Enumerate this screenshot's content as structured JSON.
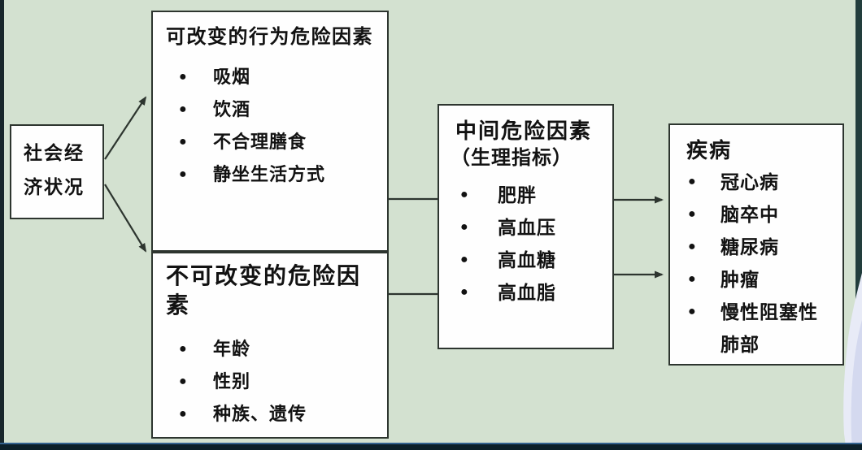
{
  "ui": {
    "bullet_glyph": "●"
  },
  "colors": {
    "slide_background": "#d3e1d0",
    "box_fill": "#fefefe",
    "box_border": "#2d352f",
    "text": "#121212",
    "frame_edge": "#223d3c",
    "bottom_bar": "#0b1f29",
    "bottom_bar_line": "#33628f"
  },
  "diagram": {
    "socioeconomic": {
      "line1": "社会经",
      "line2": "济状况"
    },
    "behavioral": {
      "title": "可改变的行为危险因素",
      "items": [
        "吸烟",
        "饮酒",
        "不合理膳食",
        "静坐生活方式"
      ]
    },
    "nonmodifiable": {
      "title": "不可改变的危险因素",
      "items": [
        "年龄",
        "性别",
        "种族、遗传"
      ]
    },
    "intermediate": {
      "title": "中间危险因素",
      "subtitle": "（生理指标）",
      "items": [
        "肥胖",
        "高血压",
        "高血糖",
        "高血脂"
      ]
    },
    "disease": {
      "title": "疾病",
      "items": [
        "冠心病",
        "脑卒中",
        "糖尿病",
        "肿瘤",
        "慢性阻塞性肺部"
      ]
    }
  }
}
